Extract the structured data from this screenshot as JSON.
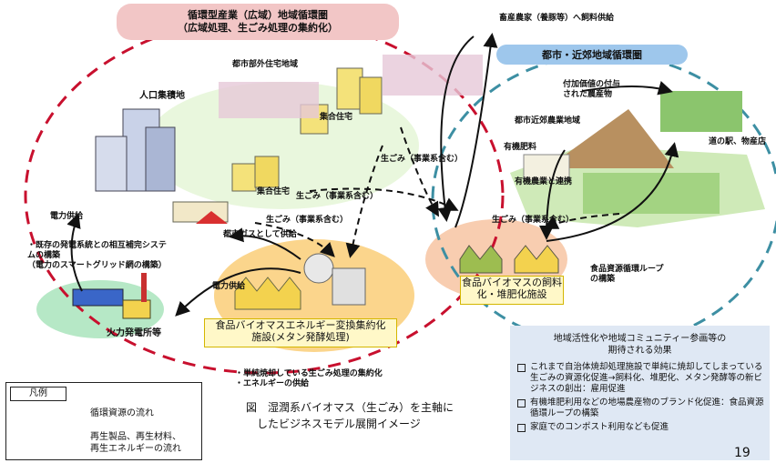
{
  "top_banner": {
    "line1": "循環型産業（広域）地域循環圏",
    "line2": "（広域処理、生ごみ処理の集約化）",
    "bg": "#f2c6c6"
  },
  "urban_banner": {
    "label": "都市・近郊地域循環圏",
    "bg": "#9ec7ec"
  },
  "labels": {
    "residential_suburb": "都市部外住宅地域",
    "population_area": "人口集積地",
    "apartment_1": "集合住宅",
    "apartment_2": "集合住宅",
    "power_supply_1": "電力供給",
    "power_supply_2": "電力供給",
    "city_gas": "都市ガスとして供給",
    "garbage_1": "生ごみ（事業系含む）",
    "garbage_2": "生ごみ（事業系含む）",
    "garbage_3": "生ごみ（事業系含む）",
    "garbage_4": "生ごみ（事業系含む）",
    "feed_supply": "畜産農家（養豚等）へ飼料供給",
    "value_added": "付加価値の付与\nされた農産物",
    "suburb_farm": "都市近郊農業地域",
    "organic_fertilizer": "有機肥料",
    "organic_farming": "有機農業と連携",
    "roadside_station": "道の駅、物産店",
    "food_loop": "食品資源循環ループ\nの構築",
    "grid_note": "・既存の発電系統との相互補完システ\nムの構築\n（電力のスマートグリッド網の構築）",
    "power_plant": "火力発電所等",
    "consolidation": "・単純焼却している生ごみ処理の集約化\n・エネルギーの供給"
  },
  "facilities": {
    "feed_facility": "食品バイオマスの飼料\n化・堆肥化施設",
    "energy_facility": "食品バイオマスエネルギー変換集約化\n施設(メタン発酵処理)"
  },
  "caption": {
    "line1": "図　湿潤系バイオマス（生ごみ）を主軸に",
    "line2": "したビジネスモデル展開イメージ"
  },
  "effects": {
    "heading": "地域活性化や地域コミュニティー参画等の\n期待される効果",
    "items": [
      "これまで自治体焼却処理施設で単純に焼却してしまっている生ごみの資源化促進→飼料化、堆肥化、メタン発酵等の新ビジネスの創出：雇用促進",
      "有機堆肥利用などの地場農産物のブランド化促進：食品資源循環ループの構築",
      "家庭でのコンポスト利用なども促進"
    ]
  },
  "legend": {
    "title": "凡例",
    "dashed": "循環資源の流れ",
    "solid_line1": "再生製品、再生材料、",
    "solid_line2": "再生エネルギーの流れ"
  },
  "page_number": "19",
  "colors": {
    "red_ring": "#c8102e",
    "blue_ring": "#3d8fa3",
    "green": "#b8e6a0",
    "orange": "#fbd38c",
    "peach": "#f8c8a8"
  }
}
